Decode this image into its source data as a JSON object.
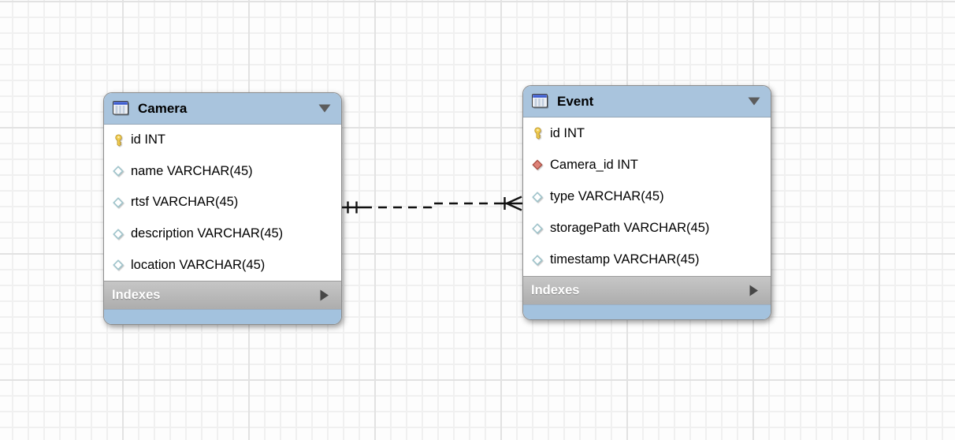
{
  "diagram": {
    "tables": [
      {
        "name": "Camera",
        "columns": [
          {
            "label": "id INT",
            "icon": "primary-key"
          },
          {
            "label": "name VARCHAR(45)",
            "icon": "column"
          },
          {
            "label": "rtsf VARCHAR(45)",
            "icon": "column"
          },
          {
            "label": "description VARCHAR(45)",
            "icon": "column"
          },
          {
            "label": "location VARCHAR(45)",
            "icon": "column"
          }
        ],
        "footer_label": "Indexes"
      },
      {
        "name": "Event",
        "columns": [
          {
            "label": "id INT",
            "icon": "primary-key"
          },
          {
            "label": "Camera_id INT",
            "icon": "foreign-key"
          },
          {
            "label": "type VARCHAR(45)",
            "icon": "column"
          },
          {
            "label": "storagePath VARCHAR(45)",
            "icon": "column"
          },
          {
            "label": "timestamp VARCHAR(45)",
            "icon": "column"
          }
        ],
        "footer_label": "Indexes"
      }
    ],
    "relationship": {
      "from_table": "Camera",
      "to_table": "Event",
      "cardinality": "one-to-many",
      "from_end_notation": "one (double bar)",
      "to_end_notation": "many (bar + crow's foot)",
      "line_style": "dashed (non-identifying)"
    },
    "icons": {
      "primary_key": "yellow key",
      "column": "hollow blue diamond",
      "foreign_key": "filled red diamond"
    },
    "colors": {
      "header_bg": "#a9c4dd",
      "indexes_bg": "#b6b6b6",
      "footer_bg": "#a3c2de",
      "body_bg": "#ffffff",
      "grid_minor": "#f0f0f0",
      "grid_major": "#e2e2e2",
      "canvas_bg": "#fdfdfd",
      "connector": "#111111"
    }
  }
}
